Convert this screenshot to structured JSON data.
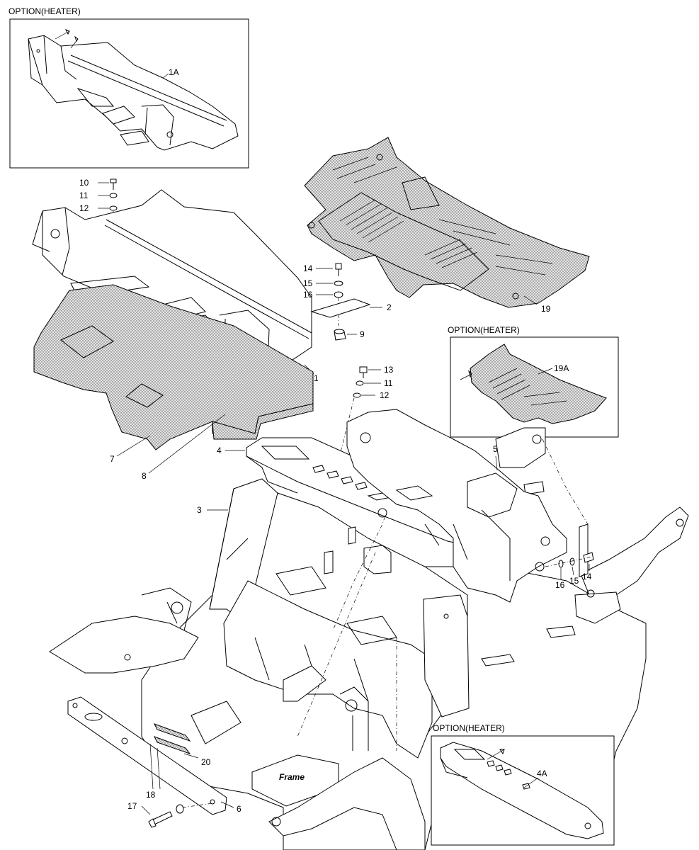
{
  "options": {
    "top_left": "OPTION(HEATER)",
    "right_mid": "OPTION(HEATER)",
    "bottom_right": "OPTION(HEATER)"
  },
  "frame_text": "Frame",
  "parts": {
    "p1A": "1A",
    "p10": "10",
    "p11a": "11",
    "p12a": "12",
    "p14a": "14",
    "p15a": "15",
    "p16a": "16",
    "p2": "2",
    "p9": "9",
    "p1": "1",
    "p19": "19",
    "p19A": "19A",
    "p13": "13",
    "p11b": "11",
    "p12b": "12",
    "p7": "7",
    "p8": "8",
    "p4": "4",
    "p5": "5",
    "p3": "3",
    "p16b": "16",
    "p15b": "15",
    "p14b": "14",
    "p20": "20",
    "p18": "18",
    "p17": "17",
    "p6": "6",
    "p4A": "4A"
  }
}
